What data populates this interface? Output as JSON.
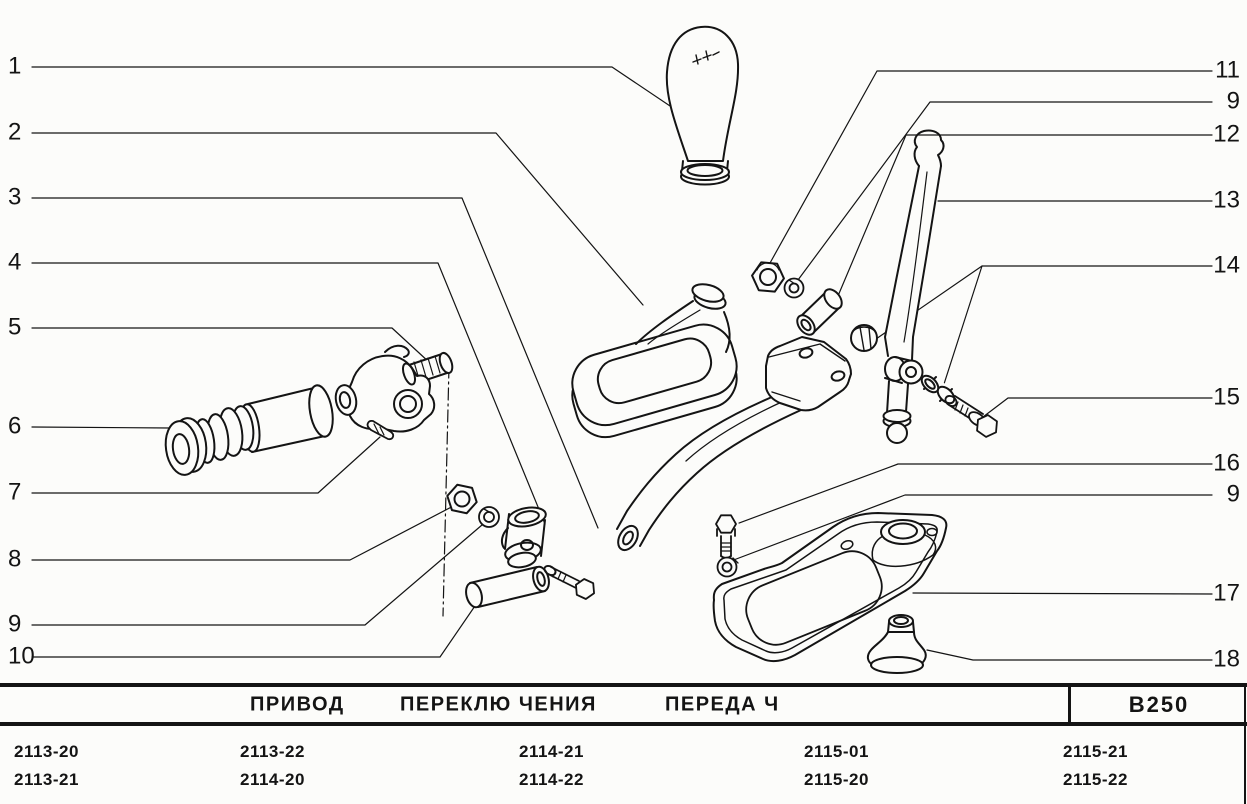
{
  "page": {
    "background": "#fcfcfa",
    "ink": "#141414"
  },
  "diagram": {
    "description": "exploded-view of gear shift linkage",
    "callouts_left": [
      {
        "label": "1"
      },
      {
        "label": "2"
      },
      {
        "label": "3"
      },
      {
        "label": "4"
      },
      {
        "label": "5"
      },
      {
        "label": "6"
      },
      {
        "label": "7"
      },
      {
        "label": "8"
      },
      {
        "label": "9"
      },
      {
        "label": "10"
      }
    ],
    "callouts_right": [
      {
        "label": "11"
      },
      {
        "label": "9"
      },
      {
        "label": "12"
      },
      {
        "label": "13"
      },
      {
        "label": "14"
      },
      {
        "label": "15"
      },
      {
        "label": "16"
      },
      {
        "label": "9"
      },
      {
        "label": "17"
      },
      {
        "label": "18"
      }
    ]
  },
  "title_bar": {
    "segments": [
      "ПРИВОД",
      "ПЕРЕКЛЮ ЧЕНИЯ",
      "ПЕРЕДА Ч"
    ],
    "code": "B250"
  },
  "model_table": {
    "rows": [
      [
        "2113-20",
        "2113-22",
        "2114-21",
        "2115-01",
        "2115-21"
      ],
      [
        "2113-21",
        "2114-20",
        "2114-22",
        "2115-20",
        "2115-22"
      ]
    ]
  }
}
